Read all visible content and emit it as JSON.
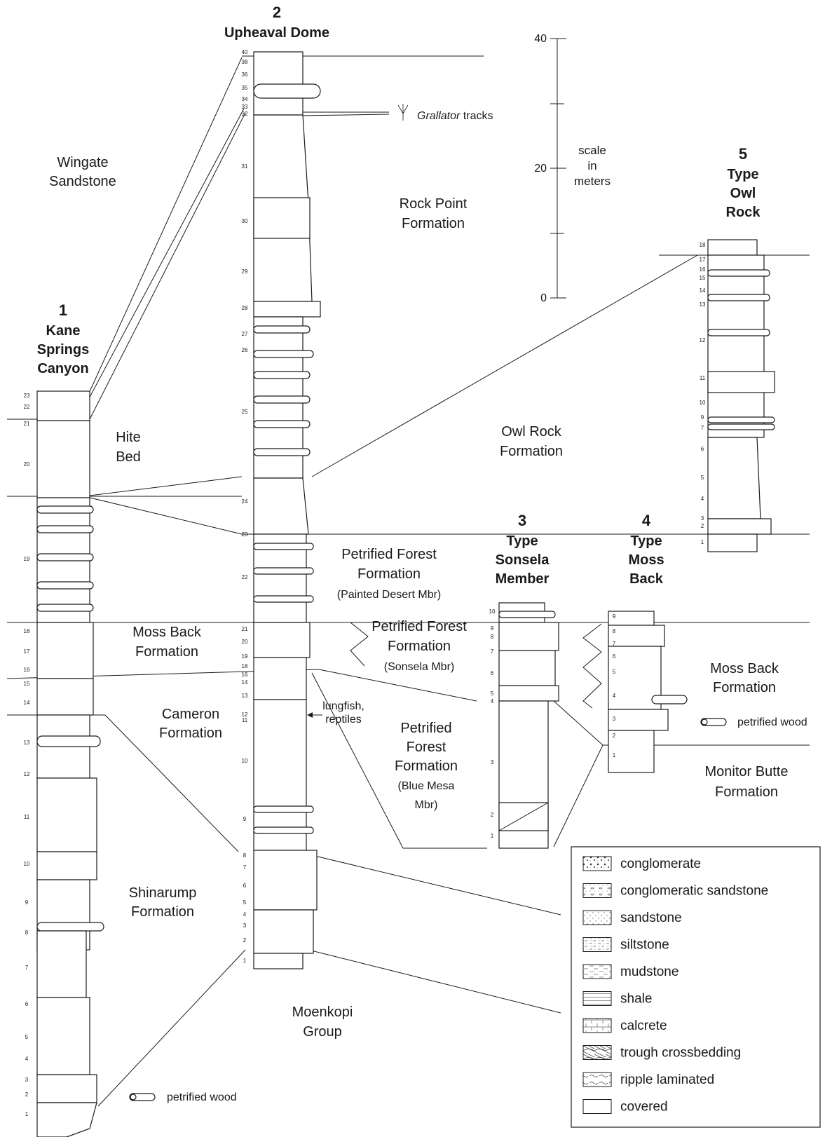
{
  "columns": [
    {
      "id": "1",
      "number": "1",
      "title_lines": [
        "Kane",
        "Springs",
        "Canyon"
      ]
    },
    {
      "id": "2",
      "number": "2",
      "title_lines": [
        "Upheaval Dome"
      ]
    },
    {
      "id": "3",
      "number": "3",
      "title_lines": [
        "Type",
        "Sonsela",
        "Member"
      ]
    },
    {
      "id": "4",
      "number": "4",
      "title_lines": [
        "Type",
        "Moss",
        "Back"
      ]
    },
    {
      "id": "5",
      "number": "5",
      "title_lines": [
        "Type",
        "Owl",
        "Rock"
      ]
    }
  ],
  "formations": [
    {
      "id": "wingate",
      "lines": [
        "Wingate",
        "Sandstone"
      ]
    },
    {
      "id": "rock-point",
      "lines": [
        "Rock Point",
        "Formation"
      ]
    },
    {
      "id": "hite",
      "lines": [
        "Hite",
        "Bed"
      ]
    },
    {
      "id": "owl-rock",
      "lines": [
        "Owl Rock",
        "Formation"
      ]
    },
    {
      "id": "pf-painted",
      "lines": [
        "Petrified Forest",
        "Formation",
        "(Painted Desert Mbr)"
      ]
    },
    {
      "id": "moss-back-left",
      "lines": [
        "Moss Back",
        "Formation"
      ]
    },
    {
      "id": "pf-sonsela",
      "lines": [
        "Petrified Forest",
        "Formation",
        "(Sonsela  Mbr)"
      ]
    },
    {
      "id": "moss-back-right",
      "lines": [
        "Moss Back",
        "Formation"
      ]
    },
    {
      "id": "cameron",
      "lines": [
        "Cameron",
        "Formation"
      ]
    },
    {
      "id": "pf-blue-mesa",
      "lines": [
        "Petrified",
        "Forest",
        "Formation",
        "(Blue Mesa",
        "Mbr)"
      ]
    },
    {
      "id": "monitor-butte",
      "lines": [
        "Monitor Butte",
        "Formation"
      ]
    },
    {
      "id": "shinarump",
      "lines": [
        "Shinarump",
        "Formation"
      ]
    },
    {
      "id": "moenkopi",
      "lines": [
        "Moenkopi",
        "Group"
      ]
    }
  ],
  "annotations": {
    "grallator_italic": "Grallator",
    "grallator_rest": " tracks",
    "lungfish": [
      "lungfish,",
      "reptiles"
    ],
    "petrified_wood_1": "petrified wood",
    "petrified_wood_4": "petrified wood"
  },
  "scale": {
    "ticks": [
      "0",
      "20",
      "40"
    ],
    "label": [
      "scale",
      "in",
      "meters"
    ]
  },
  "legend": [
    {
      "pattern": "conglomerate",
      "label": "conglomerate"
    },
    {
      "pattern": "cgl-sandstone",
      "label": "conglomeratic sandstone"
    },
    {
      "pattern": "sandstone",
      "label": "sandstone"
    },
    {
      "pattern": "siltstone",
      "label": "siltstone"
    },
    {
      "pattern": "mudstone",
      "label": "mudstone"
    },
    {
      "pattern": "shale",
      "label": "shale"
    },
    {
      "pattern": "calcrete",
      "label": "calcrete"
    },
    {
      "pattern": "trough-crossbedding",
      "label": "trough crossbedding"
    },
    {
      "pattern": "ripple-laminated",
      "label": "ripple laminated"
    },
    {
      "pattern": "covered",
      "label": "covered"
    }
  ],
  "bed_numbers": {
    "col1": [
      "23",
      "22",
      "21",
      "20",
      "19",
      "18",
      "17",
      "16",
      "15",
      "14",
      "13",
      "12",
      "11",
      "10",
      "9",
      "8",
      "7",
      "6",
      "5",
      "4",
      "3",
      "2",
      "1"
    ],
    "col2": [
      "40",
      "38",
      "36",
      "35",
      "34",
      "33",
      "32",
      "31",
      "30",
      "29",
      "28",
      "27",
      "26",
      "25",
      "24",
      "23",
      "22",
      "21",
      "20",
      "19",
      "18",
      "16",
      "14",
      "13",
      "12",
      "11",
      "10",
      "9",
      "8",
      "7",
      "6",
      "5",
      "4",
      "3",
      "2",
      "1"
    ],
    "col3": [
      "10",
      "9",
      "8",
      "7",
      "6",
      "5",
      "4",
      "3",
      "2",
      "1"
    ],
    "col4": [
      "9",
      "8",
      "7",
      "6",
      "5",
      "4",
      "3",
      "2",
      "1"
    ],
    "col5": [
      "18",
      "17",
      "16",
      "15",
      "14",
      "13",
      "12",
      "11",
      "10",
      "9",
      "7",
      "6",
      "5",
      "4",
      "3",
      "2",
      "1"
    ]
  }
}
